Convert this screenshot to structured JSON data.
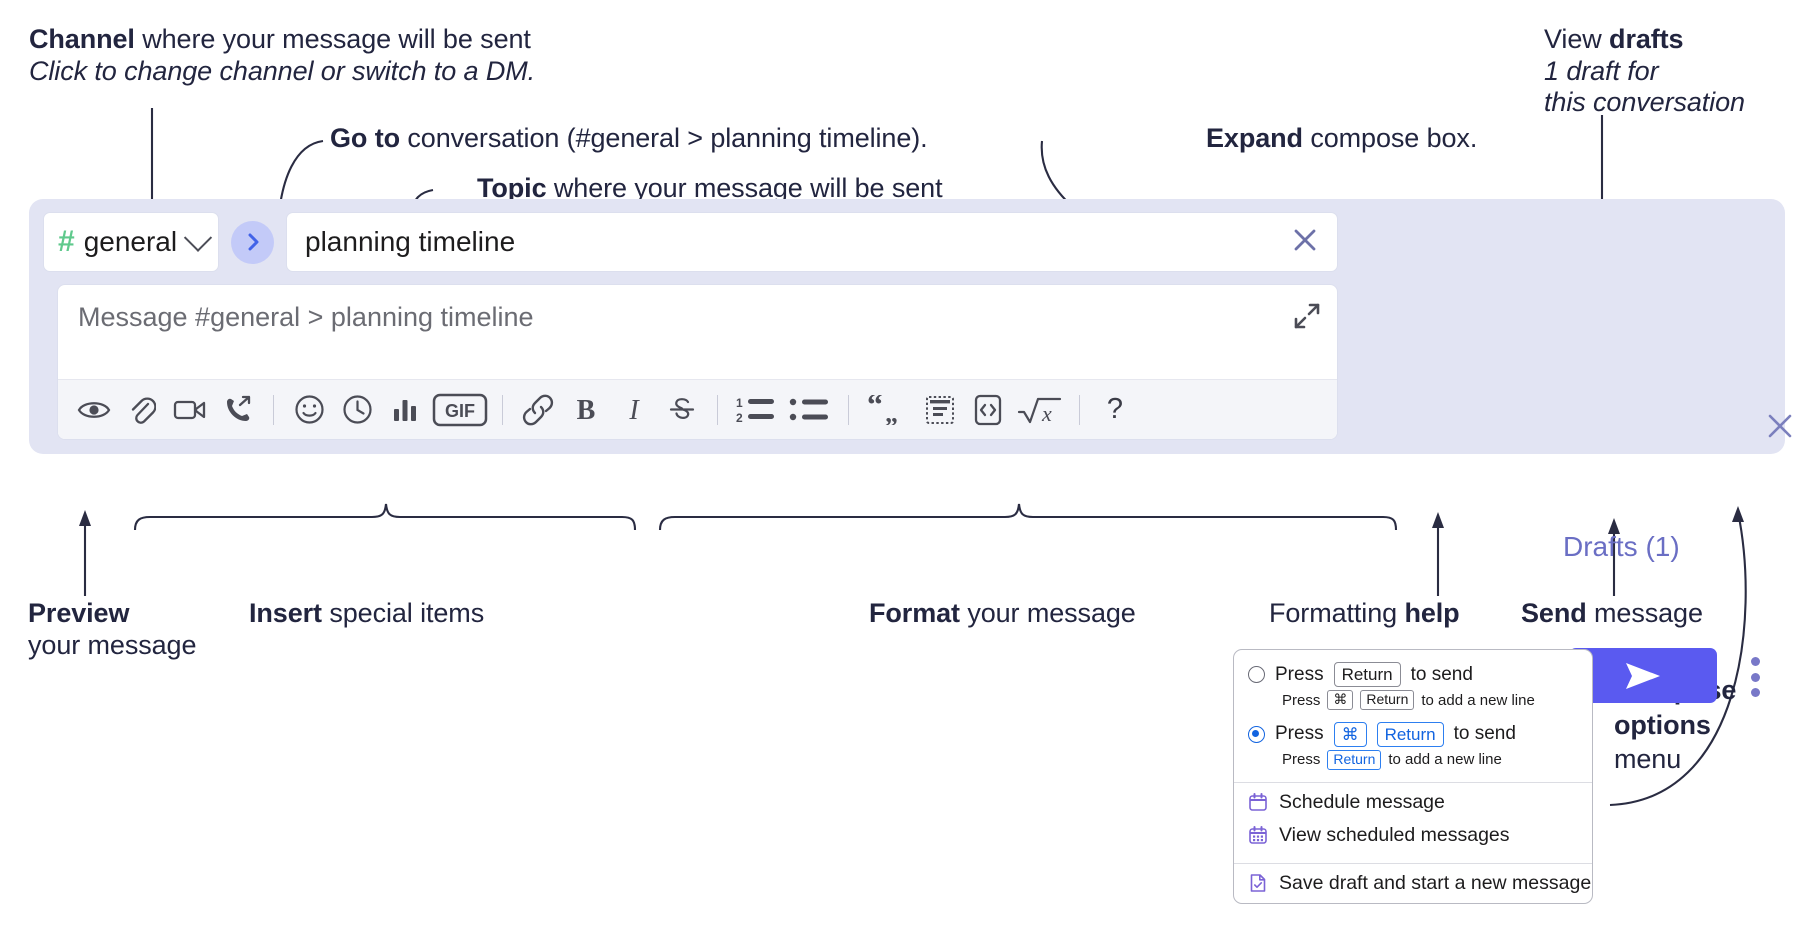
{
  "annotations": {
    "channel": {
      "bold": "Channel",
      "rest": " where your message will be sent",
      "sub": "Click to change channel or switch to a DM."
    },
    "goto": {
      "bold": "Go to",
      "rest": " conversation (#general > planning timeline)."
    },
    "topic": {
      "bold": "Topic",
      "rest": " where your message will be sent"
    },
    "expand": {
      "bold": "Expand",
      "rest": " compose box."
    },
    "drafts": {
      "lead": "View ",
      "bold": "drafts",
      "sub1": "1 draft for",
      "sub2": "this conversation"
    },
    "preview": {
      "bold": "Preview",
      "sub": "your message"
    },
    "insert": {
      "bold": "Insert",
      "rest": " special items"
    },
    "format": {
      "bold": "Format",
      "rest": " your message"
    },
    "formatting_help": {
      "lead": "Formatting ",
      "bold": "help"
    },
    "send": {
      "bold": "Send",
      "rest": " message"
    },
    "compose_options": {
      "line1": "Compose",
      "line2": "options",
      "line3": "menu"
    }
  },
  "compose": {
    "channel_name": "general",
    "channel_hash": "#",
    "topic_value": "planning timeline",
    "message_placeholder": "Message #general > planning timeline",
    "drafts_label": "Drafts (1)",
    "toolbar": [
      {
        "name": "preview-icon",
        "label": "Preview"
      },
      {
        "name": "attachment-icon",
        "label": "Attach file"
      },
      {
        "name": "video-icon",
        "label": "Record video clip"
      },
      {
        "name": "audio-call-icon",
        "label": "Record audio clip"
      },
      {
        "name": "separator",
        "label": ""
      },
      {
        "name": "emoji-icon",
        "label": "Emoji"
      },
      {
        "name": "clock-icon",
        "label": "Reminder"
      },
      {
        "name": "poll-icon",
        "label": "Poll"
      },
      {
        "name": "gif-icon",
        "label": "GIF"
      },
      {
        "name": "separator",
        "label": ""
      },
      {
        "name": "link-icon",
        "label": "Link"
      },
      {
        "name": "bold-icon",
        "label": "Bold"
      },
      {
        "name": "italic-icon",
        "label": "Italic"
      },
      {
        "name": "strikethrough-icon",
        "label": "Strikethrough"
      },
      {
        "name": "separator",
        "label": ""
      },
      {
        "name": "ordered-list-icon",
        "label": "Ordered list"
      },
      {
        "name": "bulleted-list-icon",
        "label": "Bulleted list"
      },
      {
        "name": "separator",
        "label": ""
      },
      {
        "name": "blockquote-icon",
        "label": "Blockquote"
      },
      {
        "name": "code-block-icon",
        "label": "Code block"
      },
      {
        "name": "inline-code-icon",
        "label": "Inline code"
      },
      {
        "name": "math-icon",
        "label": "Math"
      },
      {
        "name": "separator",
        "label": ""
      },
      {
        "name": "help-icon",
        "label": "?"
      }
    ],
    "gif_label": "GIF",
    "help_label": "?"
  },
  "options_menu": {
    "choice1": {
      "press": "Press",
      "key": "Return",
      "tail": "to send",
      "sub_press": "Press",
      "sub_key1": "⌘",
      "sub_key2": "Return",
      "sub_tail": "to add a new line",
      "selected": false
    },
    "choice2": {
      "press": "Press",
      "key1": "⌘",
      "key2": "Return",
      "tail": "to send",
      "sub_press": "Press",
      "sub_key": "Return",
      "sub_tail": "to add a new line",
      "selected": true
    },
    "items": [
      {
        "name": "schedule-message",
        "label": "Schedule message",
        "icon": "calendar-icon"
      },
      {
        "name": "view-scheduled-messages",
        "label": "View scheduled messages",
        "icon": "calendar-grid-icon"
      },
      {
        "name": "save-draft",
        "label": "Save draft and start a new message",
        "icon": "draft-check-icon"
      }
    ]
  },
  "colors": {
    "panel_bg": "#e2e4f3",
    "send_button": "#5a5af0",
    "hash_green": "#5fc98c",
    "drafts_purple": "#6a6ec4",
    "goto_circle": "#c3caf8",
    "goto_chevron": "#4263e8",
    "radio_blue": "#1264e0"
  }
}
